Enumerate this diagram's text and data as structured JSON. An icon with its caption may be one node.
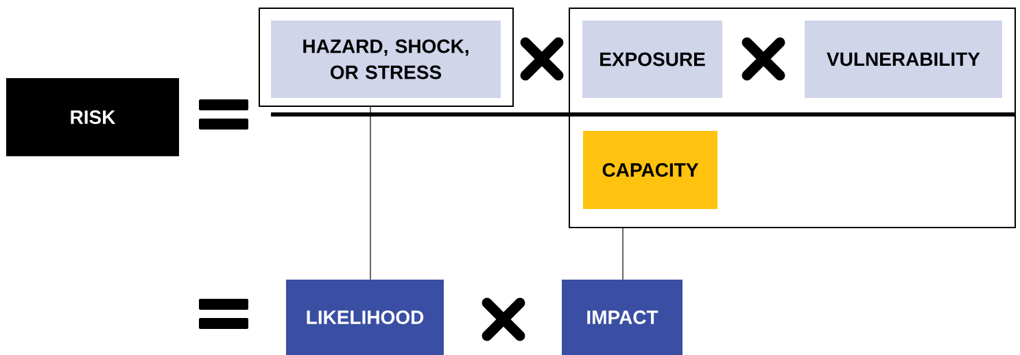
{
  "diagram": {
    "nodes": [
      {
        "text": [
          "RISK"
        ]
      },
      {
        "text": [],
        "shape": "box"
      },
      {
        "text": [
          "HAZARD, SHOCK, OR STRESS"
        ],
        "in": 1
      },
      {
        "text": [],
        "shape": "box"
      },
      {
        "text": [
          "EXPOSURE"
        ],
        "in": 3
      },
      {
        "text": [
          "VULNERABILITY"
        ],
        "in": 3
      },
      {
        "text": [
          "CAPACITY"
        ],
        "in": 3
      },
      {
        "text": [
          "LIKELIHOOD"
        ]
      },
      {
        "text": [
          "IMPACT"
        ]
      }
    ],
    "edges": [
      {
        "from": 1,
        "to": 7,
        "arrow": "none"
      },
      {
        "from": 3,
        "to": 8,
        "arrow": "none"
      }
    ]
  }
}
